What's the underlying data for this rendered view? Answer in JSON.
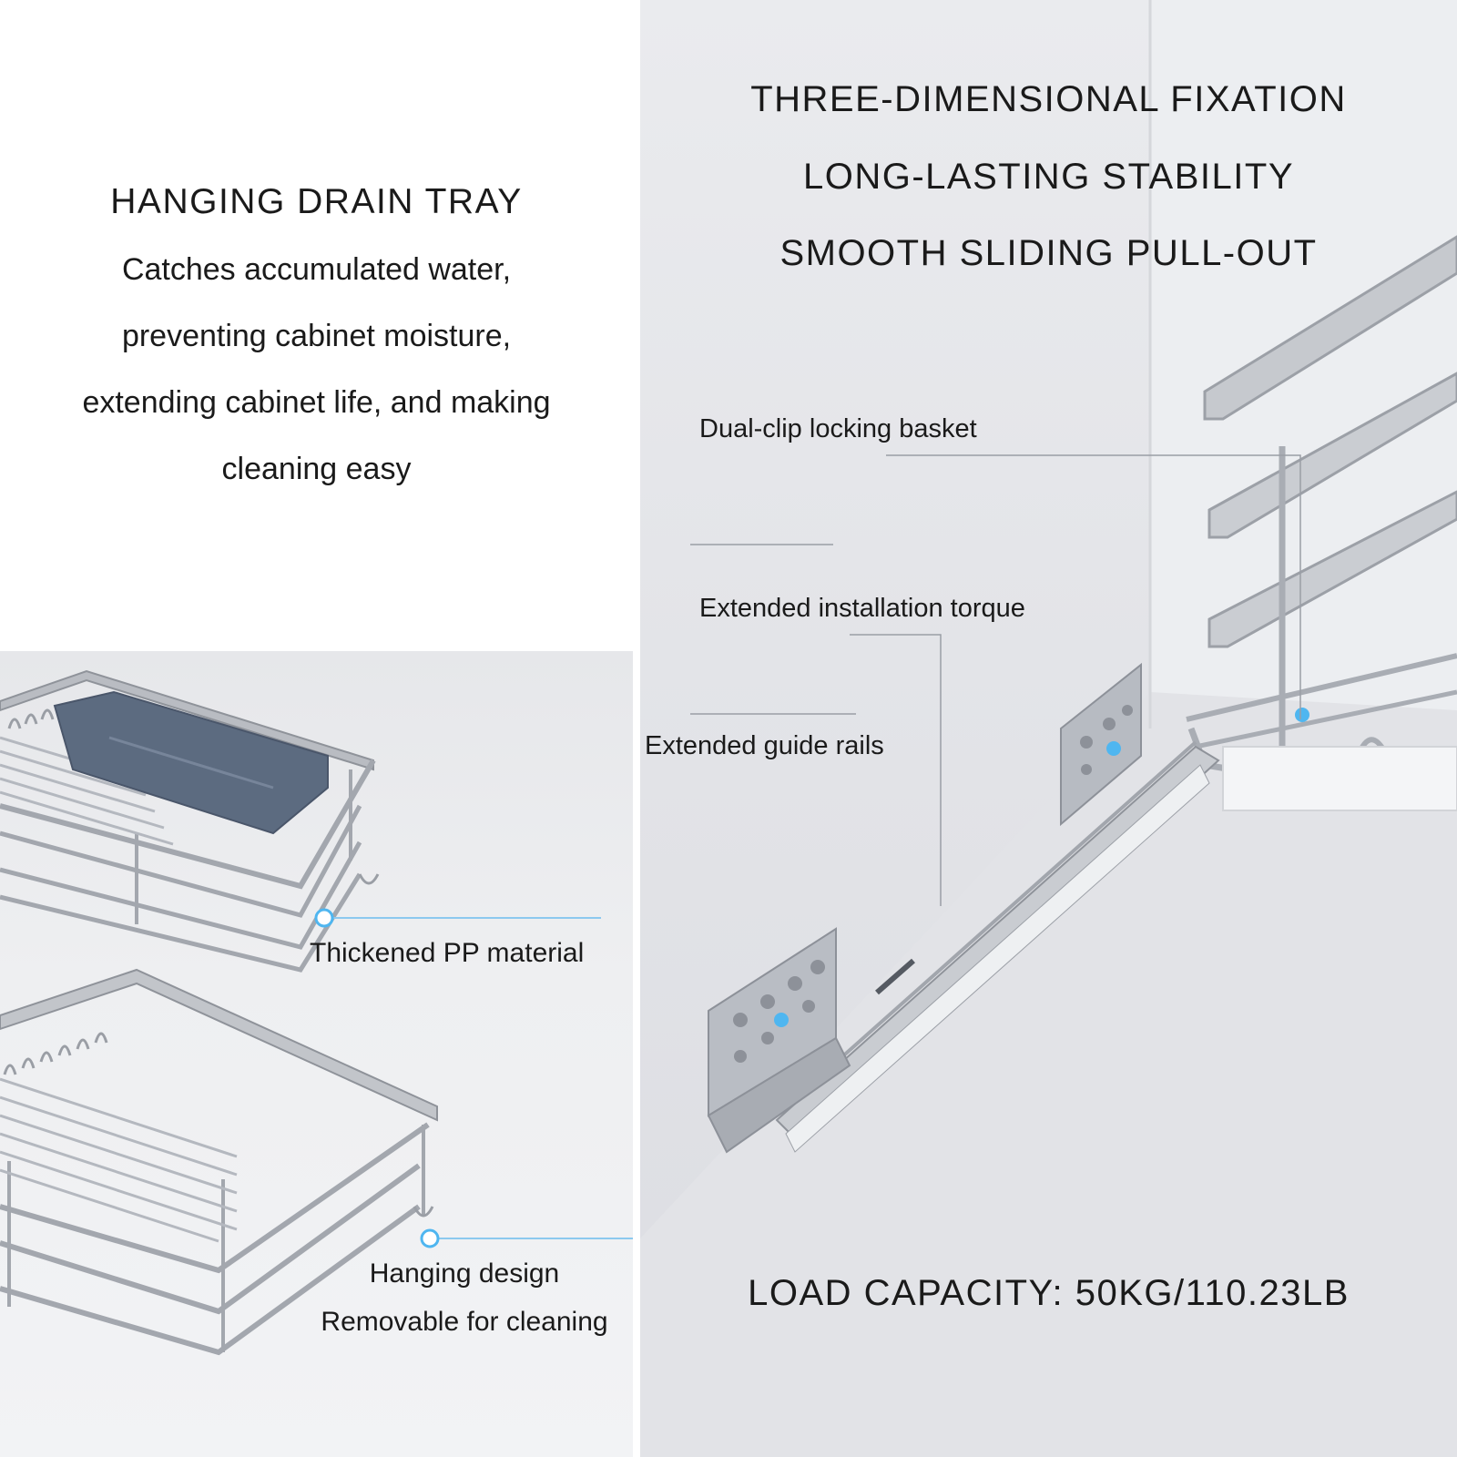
{
  "drain_tray": {
    "heading": "HANGING DRAIN TRAY",
    "lines": [
      "Catches accumulated water,",
      "preventing cabinet moisture,",
      "extending cabinet life, and making",
      "cleaning easy"
    ]
  },
  "basket_detail": {
    "callout_material": "Thickened PP material",
    "callout_hanging_1": "Hanging design",
    "callout_hanging_2": "Removable for cleaning"
  },
  "slide_feature": {
    "headline_1": "THREE-DIMENSIONAL FIXATION",
    "headline_2": "LONG-LASTING STABILITY",
    "headline_3": "SMOOTH SLIDING PULL-OUT",
    "callout_basket": "Dual-clip locking basket",
    "callout_torque": "Extended installation torque",
    "callout_rails": "Extended guide rails",
    "load_capacity": "LOAD CAPACITY: 50KG/110.23LB"
  },
  "colors": {
    "highlight_dot": "#4fb6f0",
    "steel": "#9fa3aa",
    "tray_blue_gray": "#5c6b80"
  }
}
